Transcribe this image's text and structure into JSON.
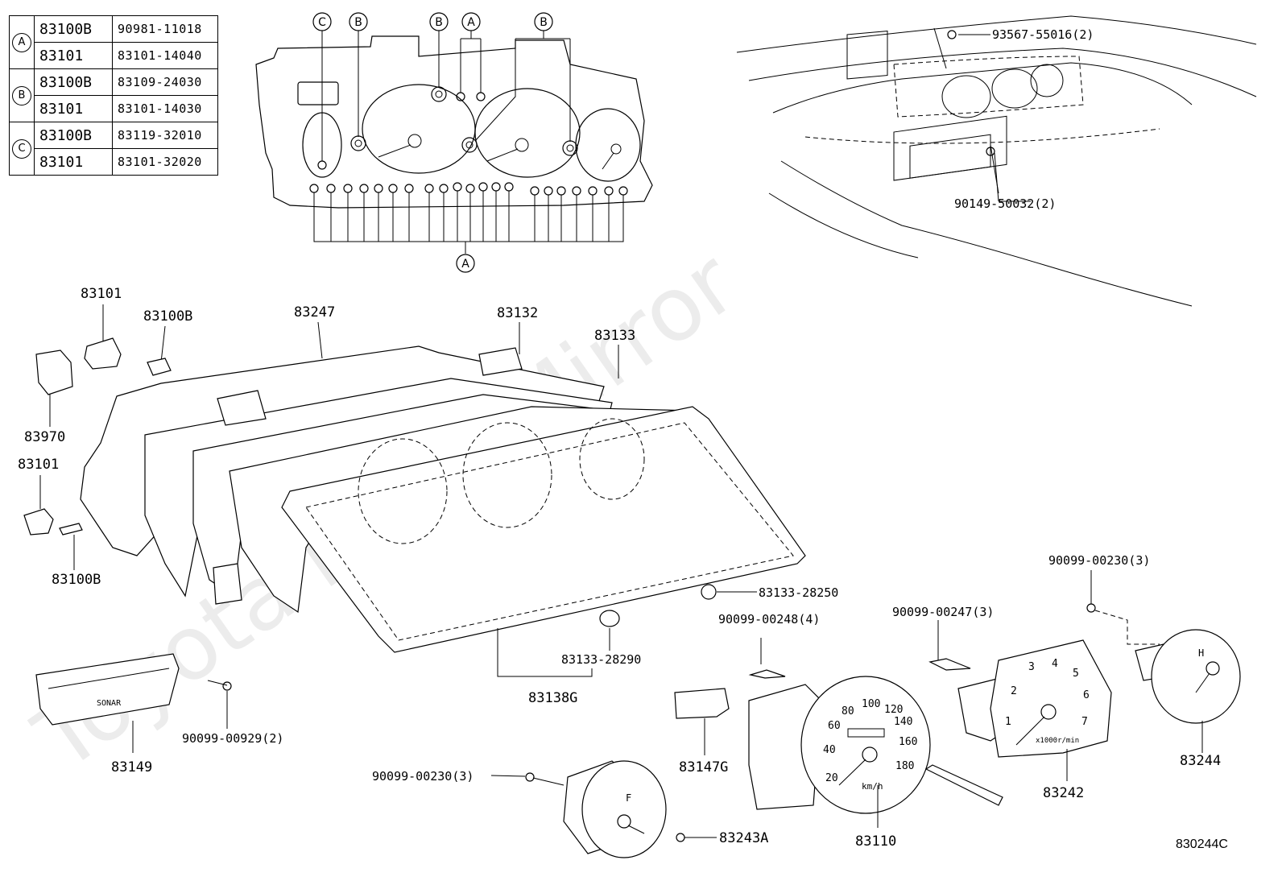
{
  "reference_table": [
    {
      "letter": "A",
      "rows": [
        {
          "code": "83100B",
          "part": "90981-11018"
        },
        {
          "code": "83101",
          "part": "83101-14040"
        }
      ]
    },
    {
      "letter": "B",
      "rows": [
        {
          "code": "83100B",
          "part": "83109-24030"
        },
        {
          "code": "83101",
          "part": "83101-14030"
        }
      ]
    },
    {
      "letter": "C",
      "rows": [
        {
          "code": "83100B",
          "part": "83119-32010"
        },
        {
          "code": "83101",
          "part": "83101-32020"
        }
      ]
    }
  ],
  "schematic_letters": {
    "c1": "C",
    "b1": "B",
    "b2": "B",
    "a1": "A",
    "b3": "B",
    "a2": "A"
  },
  "callouts": {
    "p83101_top": "83101",
    "p83100B_top": "83100B",
    "p83970": "83970",
    "p83101_mid": "83101",
    "p83100B_mid": "83100B",
    "p83247": "83247",
    "p83132": "83132",
    "p83133": "83133",
    "p83133_28250": "83133-28250",
    "p83133_28290": "83133-28290",
    "p83138G": "83138G",
    "p83149": "83149",
    "p90099_00929": "90099-00929(2)",
    "p90099_00230_left": "90099-00230(3)",
    "p83243A": "83243A",
    "p83147G": "83147G",
    "p90099_00248": "90099-00248(4)",
    "p83110": "83110",
    "p90099_00247": "90099-00247(3)",
    "p83242": "83242",
    "p90099_00230_right": "90099-00230(3)",
    "p83244": "83244",
    "p93567_55016": "93567-55016(2)",
    "p90149_50032": "90149-50032(2)"
  },
  "gauge_labels": {
    "speedo": [
      "20",
      "40",
      "60",
      "80",
      "100",
      "120",
      "140",
      "160",
      "180"
    ],
    "speedo_unit": "km/h",
    "tacho": [
      "1",
      "2",
      "3",
      "4",
      "5",
      "6",
      "7"
    ],
    "tacho_unit": "x1000r/min",
    "fuel": [
      "F"
    ],
    "temp": [
      "H"
    ],
    "sonar": "SONAR"
  },
  "watermark": "Toyota Parts Mirror",
  "diagram_code": "830244C"
}
